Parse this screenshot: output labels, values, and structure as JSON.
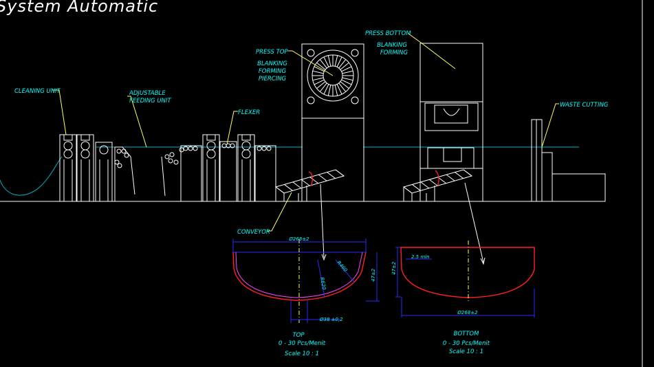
{
  "title": "System Automatic",
  "labels": {
    "cleaning_unit": "CLEANING UNIT",
    "adjustable_feeding_1": "ADJUSTABLE",
    "adjustable_feeding_2": "FEEDING UNIT",
    "flexer": "FLEXER",
    "press_top": "PRESS TOP",
    "press_top_ops": [
      "BLANKING",
      "FORMING",
      "PIERCING"
    ],
    "press_bottom": "PRESS BOTTOM",
    "press_bottom_ops": [
      "BLANKING",
      "FORMING"
    ],
    "waste_cutting": "WASTE CUTTING",
    "conveyor": "CONVEYOR"
  },
  "top_part": {
    "dim_width": "Ø268±2",
    "dim_r1": "R620",
    "dim_r2": "R460",
    "dim_height": "47±2",
    "dim_bottom": "Ø38 ±0,2",
    "name": "TOP",
    "rate": "0 - 30 Pcs/Menit",
    "scale": "Scale 10 : 1"
  },
  "bottom_part": {
    "dim_width": "Ø268±2",
    "dim_wall": "2.5 min",
    "dim_height": "47±2",
    "name": "BOTTOM",
    "rate": "0 - 30 Pcs/Menit",
    "scale": "Scale 10 : 1"
  },
  "colors": {
    "background": "#000000",
    "machine": "#ffffff",
    "label": "#00ffff",
    "leader": "#ffff66",
    "strip": "#00b4c8",
    "dimension": "#2a2aff",
    "profile": "#ff2020"
  }
}
